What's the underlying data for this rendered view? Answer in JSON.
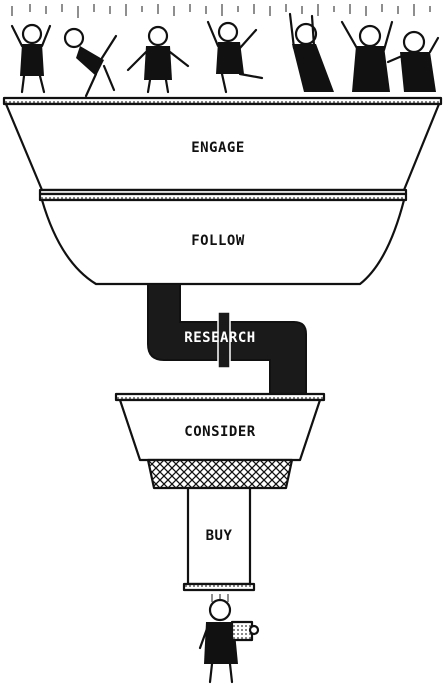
{
  "diagram": {
    "type": "marketing-funnel",
    "stages": [
      {
        "id": "engage",
        "label": "ENGAGE"
      },
      {
        "id": "follow",
        "label": "FOLLOW"
      },
      {
        "id": "research",
        "label": "RESEARCH"
      },
      {
        "id": "consider",
        "label": "CONSIDER"
      },
      {
        "id": "buy",
        "label": "BUY"
      }
    ],
    "figures_top": [
      "cheering-person-icon",
      "tumbling-person-icon",
      "falling-person-icon",
      "waving-person-icon",
      "leaning-person-icon",
      "jumping-person-icon",
      "sliding-person-icon"
    ],
    "figure_bottom": "customer-with-package-icon",
    "colors": {
      "ink": "#111111",
      "paper": "#ffffff",
      "pipe": "#1a1a1a",
      "text_on_pipe": "#ffffff"
    }
  }
}
